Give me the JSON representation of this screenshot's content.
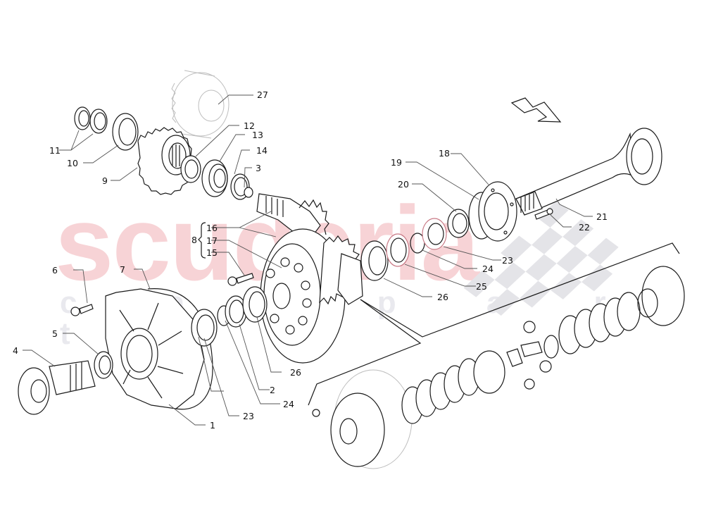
{
  "diagram": {
    "type": "exploded-parts-diagram",
    "subject": "Rear differential assembly",
    "watermark": {
      "brand": "scuderia",
      "subtitle": "c a r p a r t s",
      "brand_color": "#f7d3d6",
      "subtitle_color": "#e9e9ee"
    },
    "direction_arrow": "arrow-right-down",
    "group_label": {
      "number": "8",
      "members": [
        "16",
        "17",
        "15"
      ]
    },
    "callouts": [
      {
        "id": "1",
        "label": "1"
      },
      {
        "id": "2",
        "label": "2"
      },
      {
        "id": "3",
        "label": "3"
      },
      {
        "id": "4",
        "label": "4"
      },
      {
        "id": "5",
        "label": "5"
      },
      {
        "id": "6",
        "label": "6"
      },
      {
        "id": "7",
        "label": "7"
      },
      {
        "id": "8",
        "label": "8"
      },
      {
        "id": "9",
        "label": "9"
      },
      {
        "id": "10",
        "label": "10"
      },
      {
        "id": "11",
        "label": "11"
      },
      {
        "id": "12",
        "label": "12"
      },
      {
        "id": "13",
        "label": "13"
      },
      {
        "id": "14",
        "label": "14"
      },
      {
        "id": "15",
        "label": "15"
      },
      {
        "id": "16",
        "label": "16"
      },
      {
        "id": "17",
        "label": "17"
      },
      {
        "id": "18",
        "label": "18"
      },
      {
        "id": "19",
        "label": "19"
      },
      {
        "id": "20",
        "label": "20"
      },
      {
        "id": "21",
        "label": "21"
      },
      {
        "id": "22",
        "label": "22"
      },
      {
        "id": "23a",
        "label": "23"
      },
      {
        "id": "23b",
        "label": "23"
      },
      {
        "id": "24a",
        "label": "24"
      },
      {
        "id": "24b",
        "label": "24"
      },
      {
        "id": "25",
        "label": "25"
      },
      {
        "id": "26a",
        "label": "26"
      },
      {
        "id": "26b",
        "label": "26"
      },
      {
        "id": "27",
        "label": "27"
      }
    ]
  }
}
